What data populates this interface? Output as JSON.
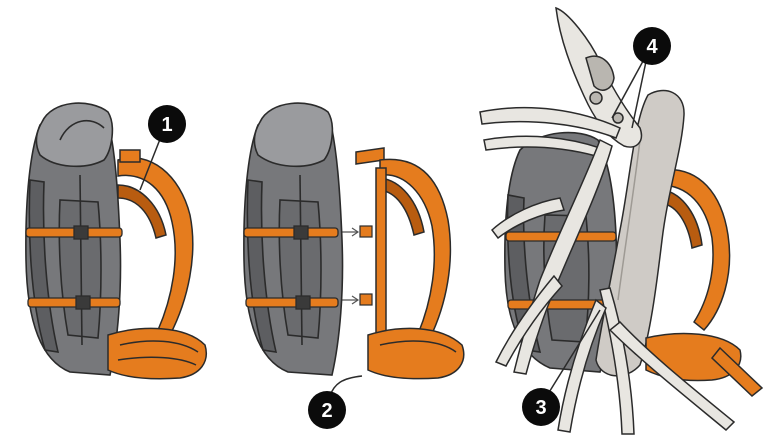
{
  "colors": {
    "pack_body": "#77787b",
    "pack_shadow": "#5d5e61",
    "pack_light": "#9a9b9e",
    "harness": "#e57c1e",
    "harness_dark": "#b85c10",
    "outline": "#2b2b2b",
    "bone": "#e8e6e1",
    "bone_shadow": "#b9b6b0",
    "meat": "#cfcbc6",
    "callout_fill": "#0b0b0b"
  },
  "callouts": [
    {
      "id": "callout-1",
      "label": "1"
    },
    {
      "id": "callout-2",
      "label": "2"
    },
    {
      "id": "callout-3",
      "label": "3"
    },
    {
      "id": "callout-4",
      "label": "4"
    }
  ],
  "panels": [
    {
      "name": "pack-standard",
      "icon": "backpack-icon"
    },
    {
      "name": "pack-frame-expanded",
      "icon": "backpack-frame-icon"
    },
    {
      "name": "pack-loaded-with-antlers",
      "icon": "backpack-antlers-icon"
    }
  ]
}
